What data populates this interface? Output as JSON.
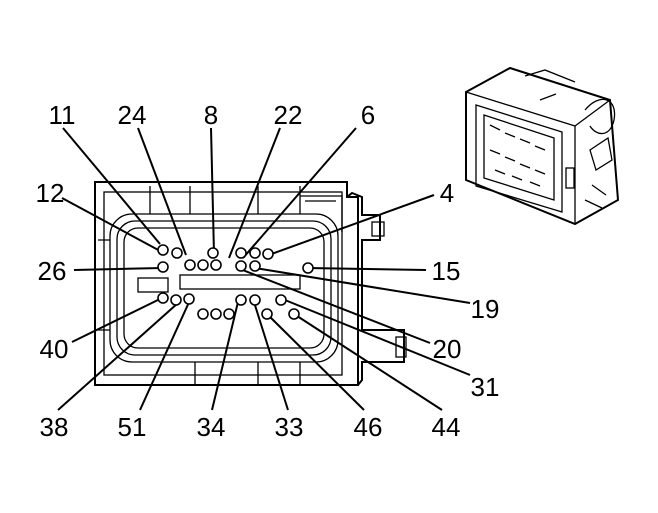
{
  "connector": {
    "pins": [
      {
        "label": "11"
      },
      {
        "label": "24"
      },
      {
        "label": "8"
      },
      {
        "label": "22"
      },
      {
        "label": "6"
      },
      {
        "label": "12"
      },
      {
        "label": "4"
      },
      {
        "label": "26"
      },
      {
        "label": "15"
      },
      {
        "label": "19"
      },
      {
        "label": "40"
      },
      {
        "label": "20"
      },
      {
        "label": "31"
      },
      {
        "label": "38"
      },
      {
        "label": "51"
      },
      {
        "label": "34"
      },
      {
        "label": "33"
      },
      {
        "label": "46"
      },
      {
        "label": "44"
      }
    ]
  }
}
